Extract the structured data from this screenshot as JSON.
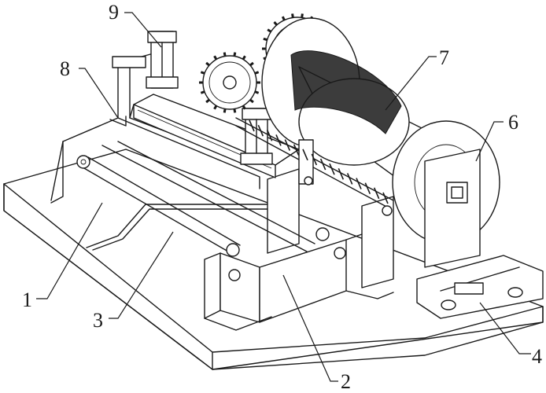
{
  "labels": {
    "l1": "1",
    "l2": "2",
    "l3": "3",
    "l4": "4",
    "l6": "6",
    "l7": "7",
    "l8": "8",
    "l9": "9"
  },
  "colors": {
    "line": "#1a1a1a",
    "background": "#ffffff"
  }
}
